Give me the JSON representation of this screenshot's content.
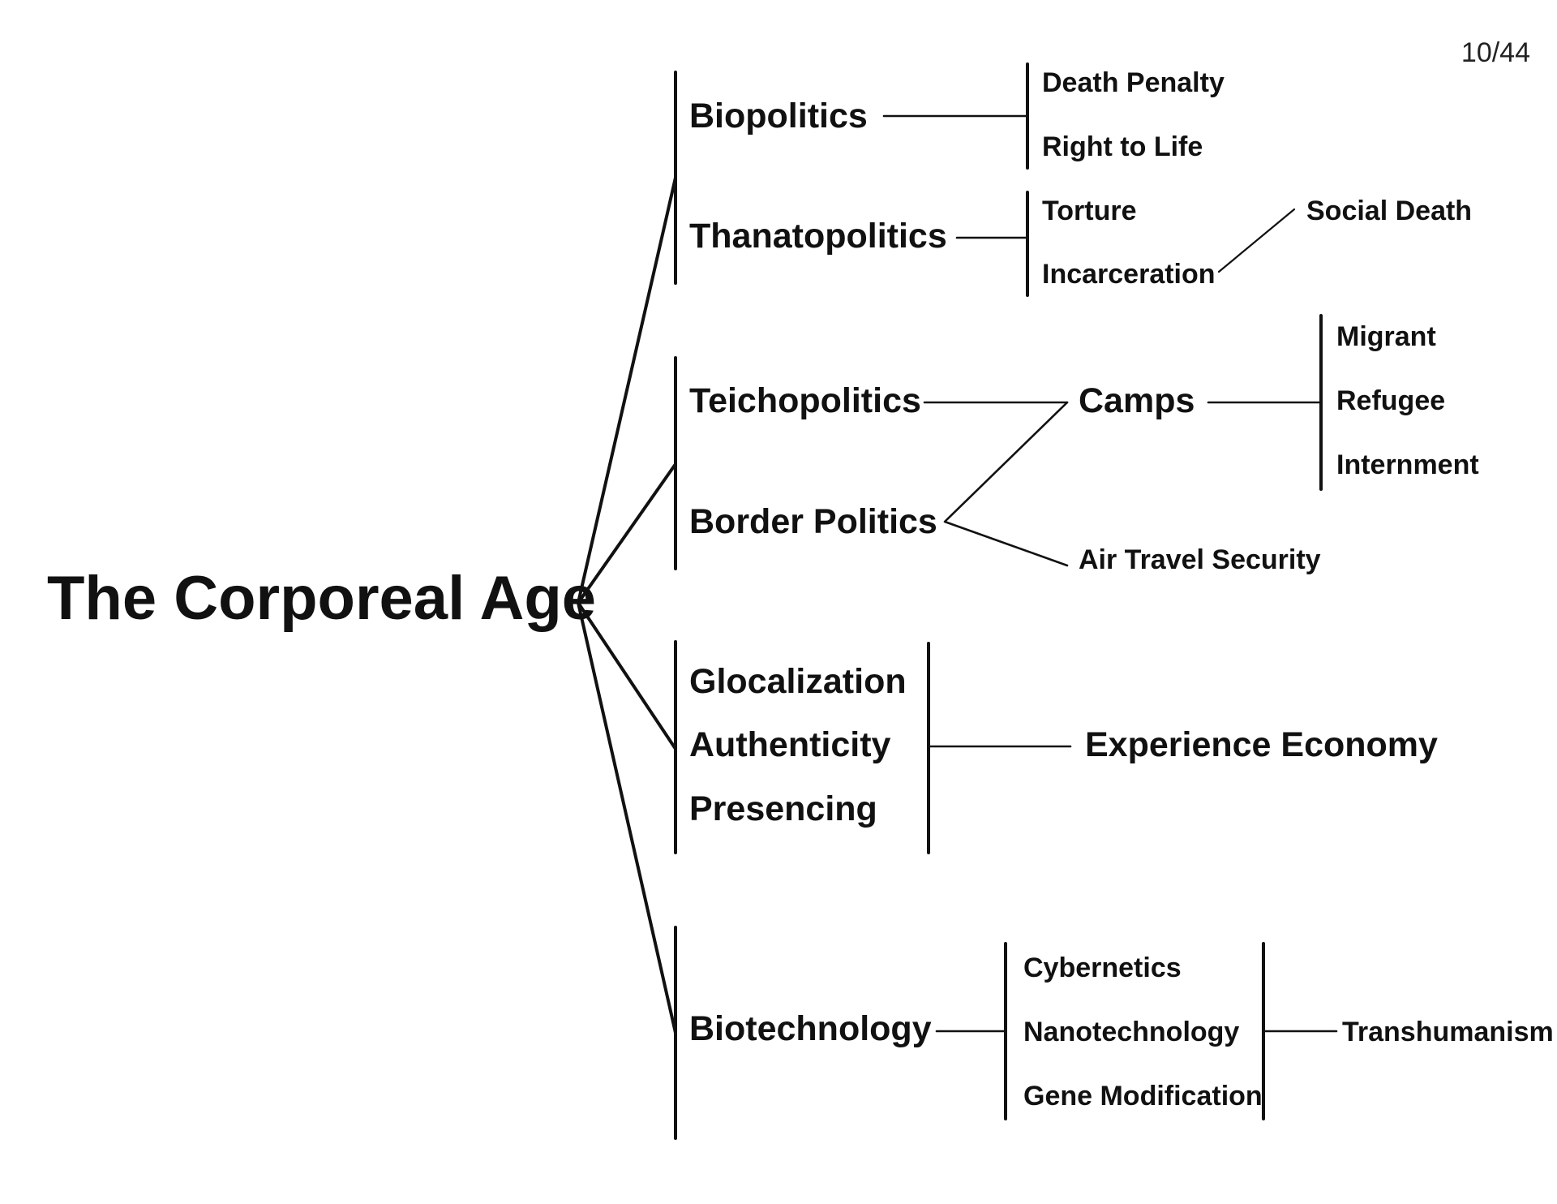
{
  "page_number": "10/44",
  "root": "The Corporeal Age",
  "branches": {
    "biopolitics": {
      "label": "Biopolitics",
      "items": [
        "Death Penalty",
        "Right to Life"
      ]
    },
    "thanatopolitics": {
      "label": "Thanatopolitics",
      "items": [
        "Torture",
        "Incarceration"
      ],
      "incarceration_leads_to": "Social Death"
    },
    "teichopolitics": {
      "label": "Teichopolitics"
    },
    "border_politics": {
      "label": "Border Politics"
    },
    "camps": {
      "label": "Camps",
      "items": [
        "Migrant",
        "Refugee",
        "Internment"
      ]
    },
    "air_travel": {
      "label": "Air Travel Security"
    },
    "experience_group": {
      "items": [
        "Glocalization",
        "Authenticity",
        "Presencing"
      ],
      "leads_to": "Experience Economy"
    },
    "biotechnology": {
      "label": "Biotechnology",
      "items": [
        "Cybernetics",
        "Nanotechnology",
        "Gene Modification"
      ],
      "leads_to": "Transhumanism"
    }
  },
  "colors": {
    "ink": "#111111",
    "background": "#ffffff"
  }
}
